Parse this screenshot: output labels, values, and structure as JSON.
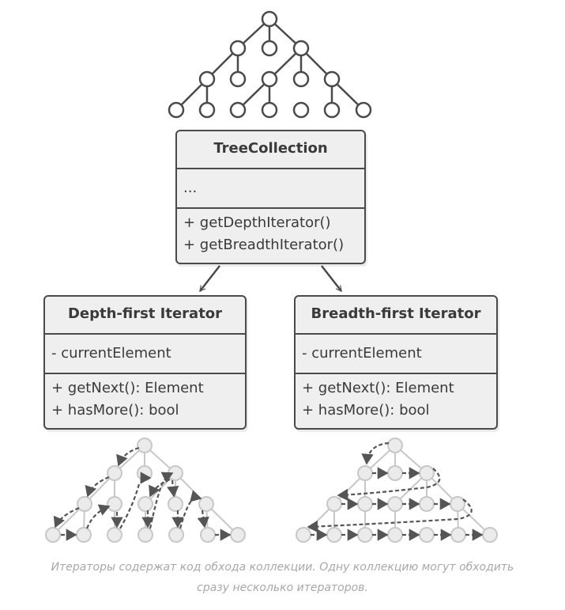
{
  "tree_collection": {
    "title": "TreeCollection",
    "fields": [
      "..."
    ],
    "methods": [
      "+ getDepthIterator()",
      "+ getBreadthIterator()"
    ]
  },
  "depth_iterator": {
    "title": "Depth-first Iterator",
    "fields": [
      "- currentElement"
    ],
    "methods": [
      "+ getNext(): Element",
      "+ hasMore(): bool"
    ]
  },
  "breadth_iterator": {
    "title": "Breadth-first Iterator",
    "fields": [
      "- currentElement"
    ],
    "methods": [
      "+ getNext(): Element",
      "+ hasMore(): bool"
    ]
  },
  "caption": {
    "line1": "Итераторы содержат код обхода коллекции. Одну коллекцию могут обходить",
    "line2": "сразу несколько итераторов."
  },
  "colors": {
    "stroke": "#4a4a4a",
    "box_fill": "#efefef",
    "faded_stroke": "#c8c8c8",
    "faded_fill": "#ebebeb",
    "traversal": "#555555",
    "caption": "#a8a8a8"
  }
}
